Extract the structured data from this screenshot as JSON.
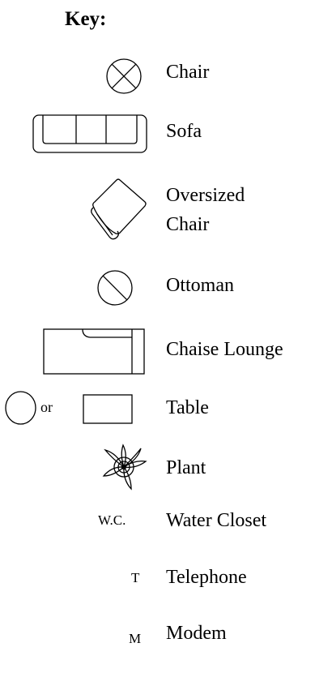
{
  "key": {
    "title": "Key:",
    "items": [
      {
        "icon": "chair-icon",
        "label": "Chair"
      },
      {
        "icon": "sofa-icon",
        "label": "Sofa"
      },
      {
        "icon": "oversized-chair-icon",
        "label_line1": "Oversized",
        "label_line2": "Chair"
      },
      {
        "icon": "ottoman-icon",
        "label": "Ottoman"
      },
      {
        "icon": "chaise-lounge-icon",
        "label": "Chaise Lounge"
      },
      {
        "icon": "table-icon",
        "label": "Table",
        "or_text": "or"
      },
      {
        "icon": "plant-icon",
        "label": "Plant"
      },
      {
        "symbol": "W.C.",
        "label": "Water Closet"
      },
      {
        "symbol": "T",
        "label": "Telephone"
      },
      {
        "symbol": "M",
        "label": "Modem"
      }
    ]
  }
}
